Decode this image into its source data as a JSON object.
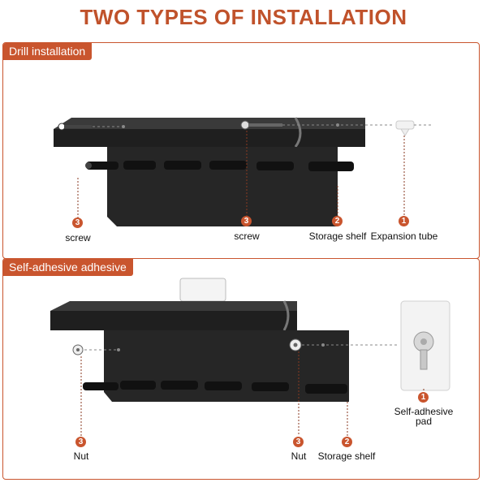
{
  "title": "TWO TYPES OF INSTALLATION",
  "colors": {
    "accent": "#c9552e",
    "title": "#c0522b",
    "shelf": "#222222"
  },
  "sections": [
    {
      "tag": "Drill installation",
      "callouts": [
        {
          "num": "3",
          "label": "screw"
        },
        {
          "num": "3",
          "label": "screw"
        },
        {
          "num": "2",
          "label": "Storage shelf"
        },
        {
          "num": "1",
          "label": "Expansion tube"
        }
      ]
    },
    {
      "tag": "Self-adhesive adhesive",
      "callouts": [
        {
          "num": "3",
          "label": "Nut"
        },
        {
          "num": "3",
          "label": "Nut"
        },
        {
          "num": "2",
          "label": "Storage shelf"
        },
        {
          "num": "1",
          "label": "Self-adhesive pad"
        }
      ]
    }
  ]
}
